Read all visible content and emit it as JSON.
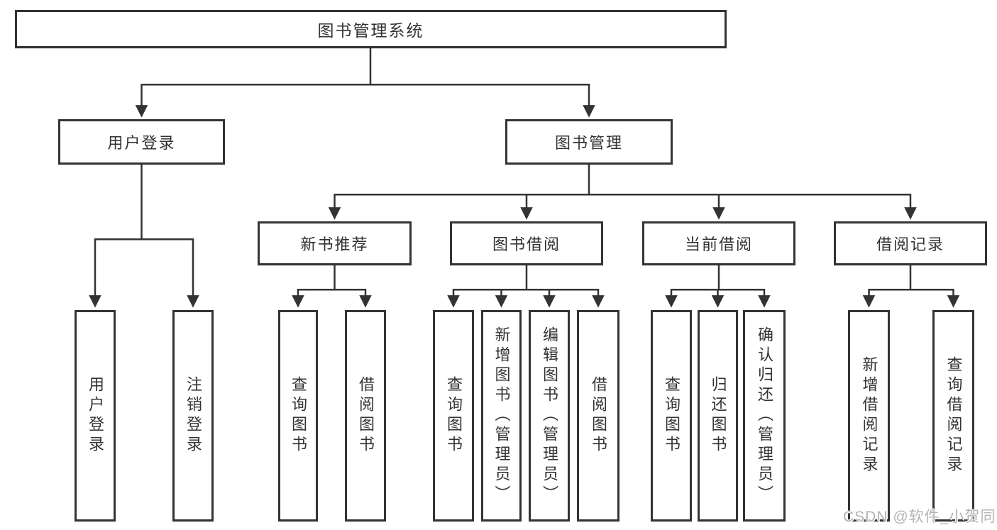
{
  "diagram": {
    "type": "tree",
    "colors": {
      "line": "#333333",
      "box_border": "#343434",
      "text": "#333333",
      "background": "#ffffff",
      "watermark": "#b3b3b3"
    },
    "tree": {
      "root": {
        "label": "图书管理系统"
      },
      "children": [
        {
          "label": "用户登录",
          "children": [
            {
              "label": "用户登录"
            },
            {
              "label": "注销登录"
            }
          ]
        },
        {
          "label": "图书管理",
          "children": [
            {
              "label": "新书推荐",
              "children": [
                {
                  "label": "查询图书"
                },
                {
                  "label": "借阅图书"
                }
              ]
            },
            {
              "label": "图书借阅",
              "children": [
                {
                  "label": "查询图书"
                },
                {
                  "label": "新增图书（管理员）"
                },
                {
                  "label": "编辑图书（管理员）"
                },
                {
                  "label": "借阅图书"
                }
              ]
            },
            {
              "label": "当前借阅",
              "children": [
                {
                  "label": "查询图书"
                },
                {
                  "label": "归还图书"
                },
                {
                  "label": "确认归还（管理员）"
                }
              ]
            },
            {
              "label": "借阅记录",
              "children": [
                {
                  "label": "新增借阅记录"
                },
                {
                  "label": "查询借阅记录"
                }
              ]
            }
          ]
        }
      ]
    },
    "watermark": {
      "label": "CSDN @软件_小贺同学"
    }
  }
}
